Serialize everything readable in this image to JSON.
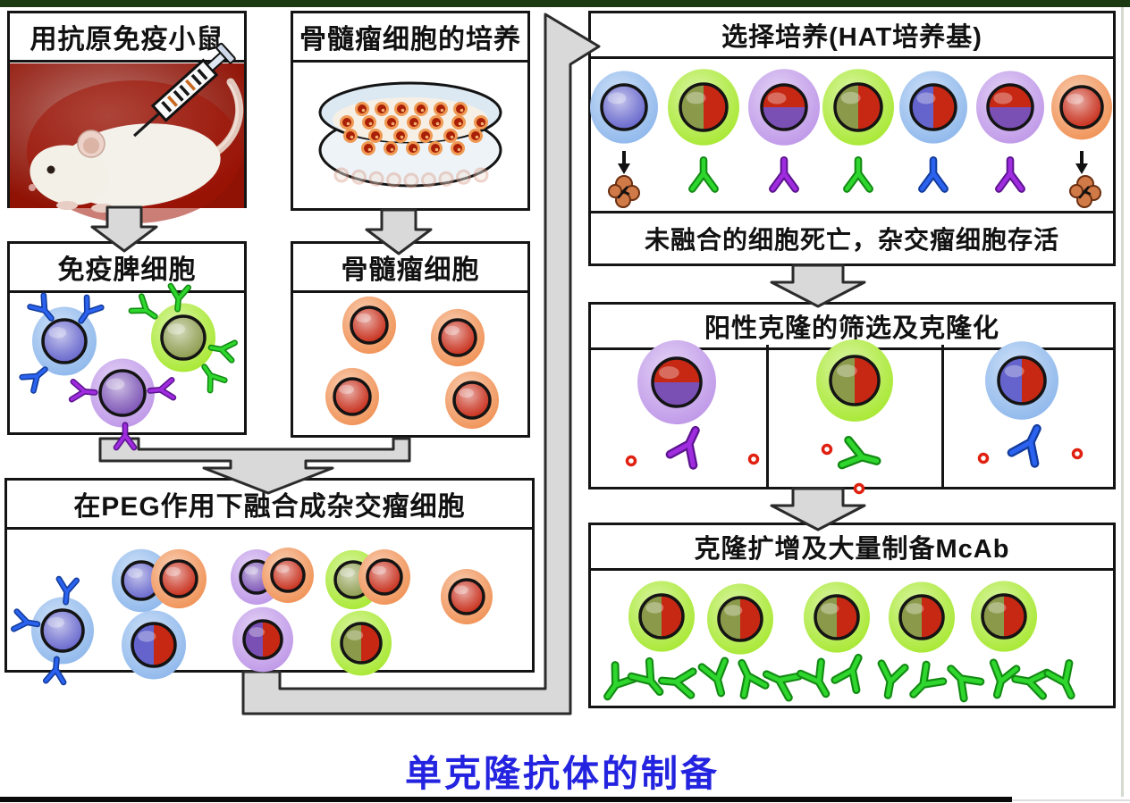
{
  "diagram_title": "单克隆抗体的制备",
  "boxes": {
    "immunize_mouse": {
      "title": "用抗原免疫小鼠"
    },
    "myeloma_culture": {
      "title": "骨髓瘤细胞的培养"
    },
    "immune_spleen_cells": {
      "title": "免疫脾细胞"
    },
    "myeloma_cells": {
      "title": "骨髓瘤细胞"
    },
    "peg_fusion": {
      "title": "在PEG作用下融合成杂交瘤细胞"
    },
    "hat_selection": {
      "title": "选择培养(HAT培养基)",
      "note": "未融合的细胞死亡，杂交瘤细胞存活"
    },
    "positive_clone_screen": {
      "title": "阳性克隆的筛选及克隆化"
    },
    "clone_expansion": {
      "title": "克隆扩增及大量制备McAb"
    }
  },
  "colors": {
    "title_blue": "#2424e0",
    "box_border": "#141414",
    "arrow_gray": "#d9d9d9",
    "arrow_outline": "#2b2b2b",
    "border_green": "#1c3a12",
    "photo_red": "#a01405",
    "halo_blue": "#8fb8ec",
    "halo_green": "#a8e832",
    "halo_purple": "#bf98e8",
    "halo_orange": "#f09256",
    "nucleus_blue": "#6464cc",
    "nucleus_olive": "#8a9a4a",
    "nucleus_purple": "#7a50b4",
    "nucleus_red": "#c62814",
    "antibody_green": "#2ed62e",
    "antibody_blue": "#2b63f0",
    "antibody_purple": "#a02ce0",
    "antigen_red": "#e02010",
    "dead_cell_brown": "#d07a48"
  }
}
